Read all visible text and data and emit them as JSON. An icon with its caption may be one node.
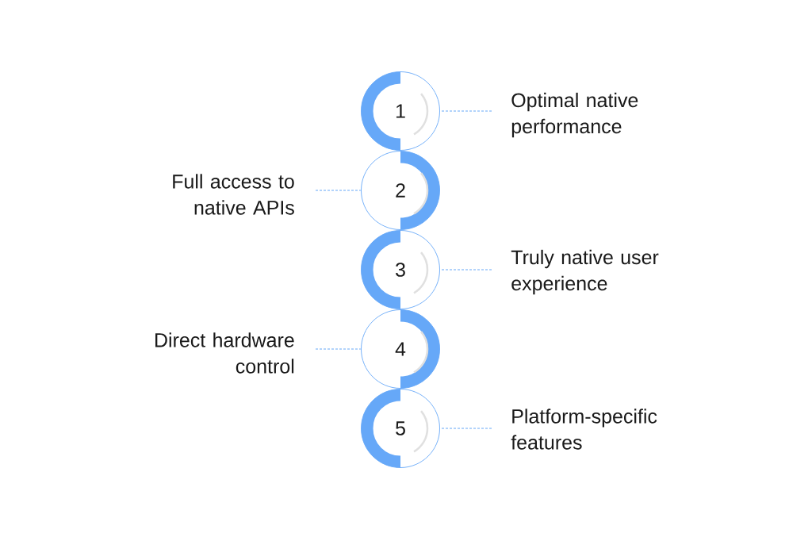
{
  "diagram": {
    "nodes": [
      {
        "text": [
          "1"
        ]
      },
      {
        "text": [
          "2"
        ]
      },
      {
        "text": [
          "3"
        ]
      },
      {
        "text": [
          "4"
        ]
      },
      {
        "text": [
          "5"
        ]
      },
      {
        "text": [
          "Optimal native performance"
        ]
      },
      {
        "text": [
          "Full access to native APIs"
        ]
      },
      {
        "text": [
          "Truly native user experience"
        ]
      },
      {
        "text": [
          "Direct hardware control"
        ]
      },
      {
        "text": [
          "Platform-specific features"
        ]
      }
    ],
    "edges": [
      {
        "from": 5,
        "to": 0,
        "arrow": "none",
        "style": "dashed"
      },
      {
        "from": 6,
        "to": 1,
        "arrow": "none",
        "style": "dashed"
      },
      {
        "from": 7,
        "to": 2,
        "arrow": "none",
        "style": "dashed"
      },
      {
        "from": 8,
        "to": 3,
        "arrow": "none",
        "style": "dashed"
      },
      {
        "from": 9,
        "to": 4,
        "arrow": "none",
        "style": "dashed"
      }
    ]
  }
}
